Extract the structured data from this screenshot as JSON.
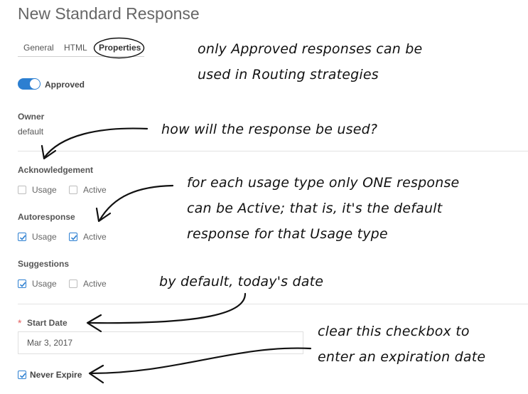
{
  "page": {
    "title": "New Standard Response"
  },
  "tabs": [
    {
      "label": "General",
      "active": false
    },
    {
      "label": "HTML",
      "active": false
    },
    {
      "label": "Properties",
      "active": true
    }
  ],
  "approved": {
    "label": "Approved",
    "on": true
  },
  "owner": {
    "label": "Owner",
    "value": "default"
  },
  "sections": {
    "acknowledgement": {
      "label": "Acknowledgement",
      "usage_label": "Usage",
      "usage_checked": false,
      "active_label": "Active",
      "active_checked": false
    },
    "autoresponse": {
      "label": "Autoresponse",
      "usage_label": "Usage",
      "usage_checked": true,
      "active_label": "Active",
      "active_checked": true
    },
    "suggestions": {
      "label": "Suggestions",
      "usage_label": "Usage",
      "usage_checked": true,
      "active_label": "Active",
      "active_checked": false
    }
  },
  "start_date": {
    "label": "Start Date",
    "required_mark": "*",
    "value": "Mar 3, 2017"
  },
  "never_expire": {
    "label": "Never Expire",
    "checked": true
  },
  "annotations": {
    "approved_line1": "only Approved responses can be",
    "approved_line2": "used in Routing strategies",
    "usage_question": "how will the response be used?",
    "active_line1": "for each usage type only ONE response",
    "active_line2": "can be Active; that is, it's the default",
    "active_line3": "response for that Usage type",
    "default_date": "by default, today's date",
    "expire_line1": "clear this checkbox to",
    "expire_line2": "enter an expiration date"
  },
  "colors": {
    "accent": "#2c7fd1",
    "required": "#e46060",
    "text": "#555555"
  }
}
